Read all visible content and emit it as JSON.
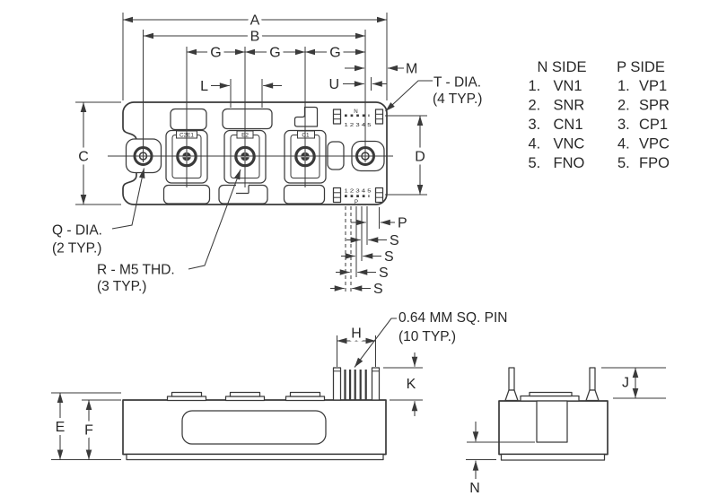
{
  "colors": {
    "line": "#3a3a3a",
    "text": "#282828",
    "background": "#ffffff"
  },
  "dims": {
    "a": "A",
    "b": "B",
    "c": "C",
    "d": "D",
    "e": "E",
    "f": "F",
    "g": "G",
    "h": "H",
    "j": "J",
    "k": "K",
    "l": "L",
    "m": "M",
    "n": "N",
    "p": "P",
    "s": "S",
    "u": "U"
  },
  "callouts": {
    "t_dia": "T - DIA.",
    "t_typ": "(4 TYP.)",
    "q_dia": "Q - DIA.",
    "q_typ": "(2 TYP.)",
    "r_thd": "R - M5 THD.",
    "r_typ": "(3 TYP.)",
    "pin_sq": "0.64 MM SQ. PIN",
    "pin_typ": "(10 TYP.)"
  },
  "terminals": [
    "C2E1",
    "E2",
    "C1"
  ],
  "pin_rows": {
    "n_label": "N",
    "p_label": "P",
    "numbers": "1 2 3 4 5"
  },
  "tables": {
    "n_side": {
      "title": "N SIDE",
      "rows": [
        {
          "num": "1.",
          "name": "VN1"
        },
        {
          "num": "2.",
          "name": "SNR"
        },
        {
          "num": "3.",
          "name": "CN1"
        },
        {
          "num": "4.",
          "name": "VNC"
        },
        {
          "num": "5.",
          "name": "FNO"
        }
      ]
    },
    "p_side": {
      "title": "P SIDE",
      "rows": [
        {
          "num": "1.",
          "name": "VP1"
        },
        {
          "num": "2.",
          "name": "SPR"
        },
        {
          "num": "3.",
          "name": "CP1"
        },
        {
          "num": "4.",
          "name": "VPC"
        },
        {
          "num": "5.",
          "name": "FPO"
        }
      ]
    }
  }
}
